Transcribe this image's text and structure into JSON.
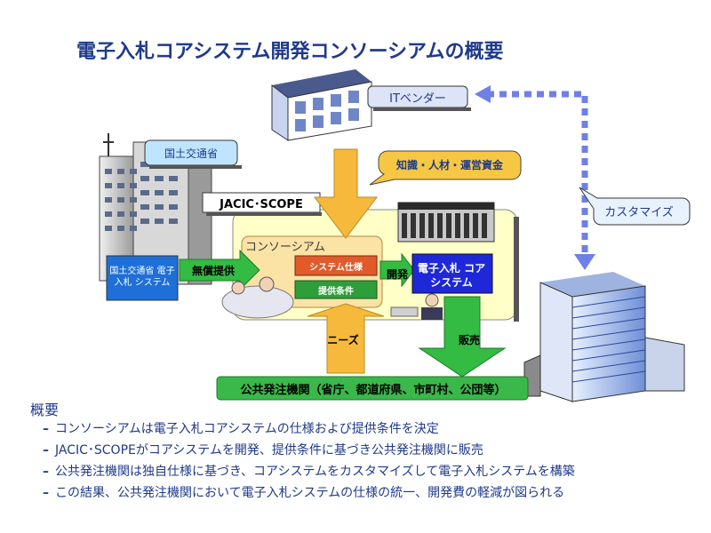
{
  "title": "電子入札コアシステム開発コンソーシアムの概要",
  "nodes": {
    "it_vendor": "ITベンダー",
    "mlit": "国土交通省",
    "knowledge": "知識・人材・運営資金",
    "jacic_scope": "JACIC･SCOPE",
    "customize": "カスタマイズ",
    "consortium": "コンソーシアム",
    "system_spec": "システム仕様",
    "provision_conditions": "提供条件",
    "mlit_system": "国土交通省 電子入札 システム",
    "free_provision": "無償提供",
    "development": "開発",
    "core_system": "電子入札 コアシステム",
    "needs": "ニーズ",
    "sales": "販売",
    "public_agencies": "公共発注機関（省庁、都道府県、市町村、公団等）"
  },
  "summary": {
    "heading": "概要",
    "bullets": [
      "コンソーシアムは電子入札コアシステムの仕様および提供条件を決定",
      "JACIC･SCOPEがコアシステムを開発、提供条件に基づき公共発注機関に販売",
      "公共発注機関は独自仕様に基づき、コアシステムをカスタマイズして電子入札システムを構築",
      "この結果、公共発注機関において電子入札システムの仕様の統一、開発費の軽減が図られる"
    ],
    "bullet_prefix": "–"
  },
  "colors": {
    "title": "#1f3a8a",
    "consortium_bg": "#ffffc8",
    "orange_arrow": "#f6b93b",
    "green_arrow": "#33bb44",
    "blue_box": "#1e28d8",
    "dashed_arrow": "#6f7fe6",
    "public_box": "#3ab84a"
  }
}
